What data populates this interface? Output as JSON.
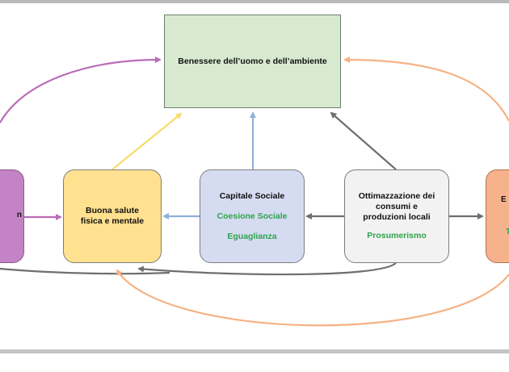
{
  "nodes": {
    "benessere": {
      "title": "Benessere dell’uomo e dell’ambiente"
    },
    "left": {
      "title_fragment": "n"
    },
    "salute": {
      "line1": "Buona salute",
      "line2": "fisica e mentale"
    },
    "capitale": {
      "title": "Capitale Sociale",
      "green1": "Coesione Sociale",
      "green2": "Eguaglianza"
    },
    "ottimizzazione": {
      "line1": "Ottimazzazione dei",
      "line2": "consumi e",
      "line3": "produzioni locali",
      "green1": "Prosumerismo"
    },
    "right": {
      "title_fragment": "E",
      "green_fragment": "T"
    }
  },
  "colors": {
    "benessere_fill": "#d7ead0",
    "left_fill": "#c483c4",
    "salute_fill": "#ffe18f",
    "capitale_fill": "#d5dcf2",
    "ottimizzazione_fill": "#f2f2f2",
    "right_fill": "#f6b28d",
    "arrow_purple": "#b96cb8",
    "arrow_yellow": "#f7dd6a",
    "arrow_blue": "#8fb0dc",
    "arrow_gray": "#6f6f6f",
    "arrow_orange": "#f5b283",
    "green_text": "#2fa34a"
  }
}
